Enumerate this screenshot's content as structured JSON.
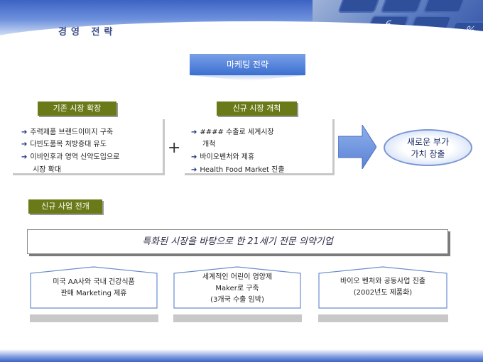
{
  "header": {
    "title": "경영 전략",
    "calc_keys": [
      "6",
      "%"
    ]
  },
  "marketing": {
    "label": "마케팅 전략"
  },
  "existing": {
    "title": "기존 시장 확장",
    "items": [
      "주력제품 브랜드이미지 구축",
      "다빈도품목 처방증대 유도",
      "이비인후과 영역 신약도입으로",
      "시장 확대"
    ]
  },
  "plus": "+",
  "newmarket": {
    "title": "신규 시장 개척",
    "items": [
      "#### 수출로 세계시장",
      "개척",
      "바이오벤처와 제휴",
      "Health Food Market 진출"
    ]
  },
  "value": {
    "line1": "새로운 부가",
    "line2": "가치 창출"
  },
  "newbiz": {
    "title": "신규 사업 전개",
    "banner": "특화된 시장을 바탕으로 한 21세기 전문 의약기업",
    "boxes": [
      {
        "line1": "미국 AA사와 국내 건강식품",
        "line2": "판매 Marketing 제휴",
        "line3": ""
      },
      {
        "line1": "세계적인 어린이 영양제",
        "line2": "Maker로 구축",
        "line3": "(3개국 수출 임박)"
      },
      {
        "line1": "바이오 벤처와 공동사업 진출",
        "line2": "(2002년도 제품화)",
        "line3": ""
      }
    ]
  },
  "colors": {
    "olive": "#6b7a18",
    "blue": "#3a6fd0",
    "navy": "#1a2f80"
  }
}
